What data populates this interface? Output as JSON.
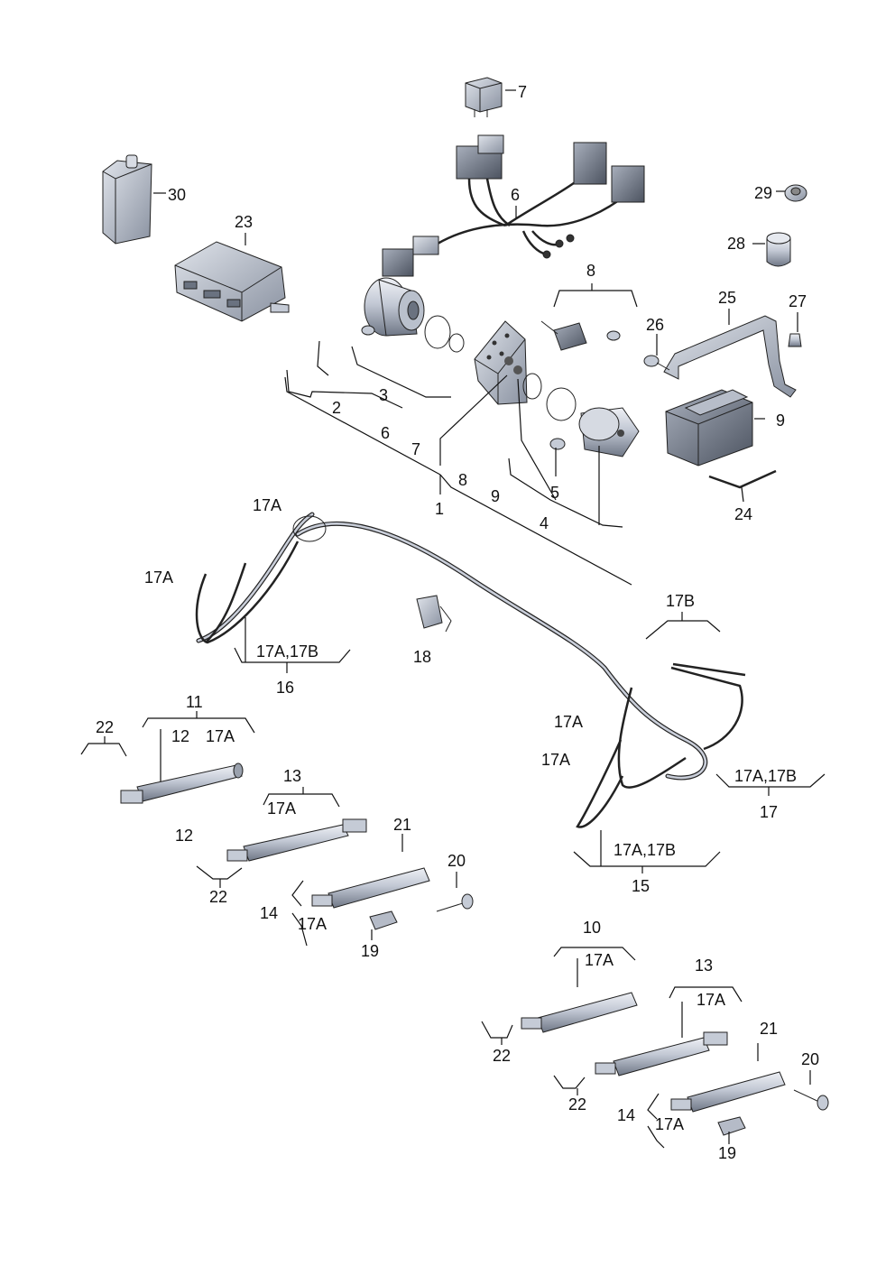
{
  "diagram": {
    "colors": {
      "part_fill": "#c5cbd6",
      "part_dark": "#7d8594",
      "part_light": "#e8ebf1",
      "line": "#111111",
      "background": "#ffffff"
    },
    "labels": {
      "l1": "1",
      "l2": "2",
      "l3": "3",
      "l4": "4",
      "l5": "5",
      "l6_top": "6",
      "l6_bracket": "6",
      "l7_top": "7",
      "l7_bracket": "7",
      "l8_top": "8",
      "l8_bracket": "8",
      "l9_right": "9",
      "l9_bracket": "9",
      "l10": "10",
      "l10_sub": "17A",
      "l11": "11",
      "l11_sub_a": "12",
      "l11_sub_b": "17A",
      "l12_bottom": "12",
      "l13_left": "13",
      "l13_left_sub": "17A",
      "l13_right": "13",
      "l13_right_sub": "17A",
      "l14_left": "14",
      "l14_left_sub": "17A",
      "l14_right": "14",
      "l14_right_sub": "17A",
      "l15": "15",
      "l15_sub": "17A,17B",
      "l16": "16",
      "l16_sub": "17A,17B",
      "l17": "17",
      "l17_sub": "17A,17B",
      "l17a_1": "17A",
      "l17a_2": "17A",
      "l17a_3": "17A",
      "l17a_4": "17A",
      "l17b": "17B",
      "l18": "18",
      "l19_left": "19",
      "l19_right": "19",
      "l20_left": "20",
      "l20_right": "20",
      "l21_left": "21",
      "l21_right": "21",
      "l22_1": "22",
      "l22_2": "22",
      "l22_3": "22",
      "l22_4": "22",
      "l23": "23",
      "l24": "24",
      "l25": "25",
      "l26": "26",
      "l27": "27",
      "l28": "28",
      "l29": "29",
      "l30": "30"
    }
  }
}
